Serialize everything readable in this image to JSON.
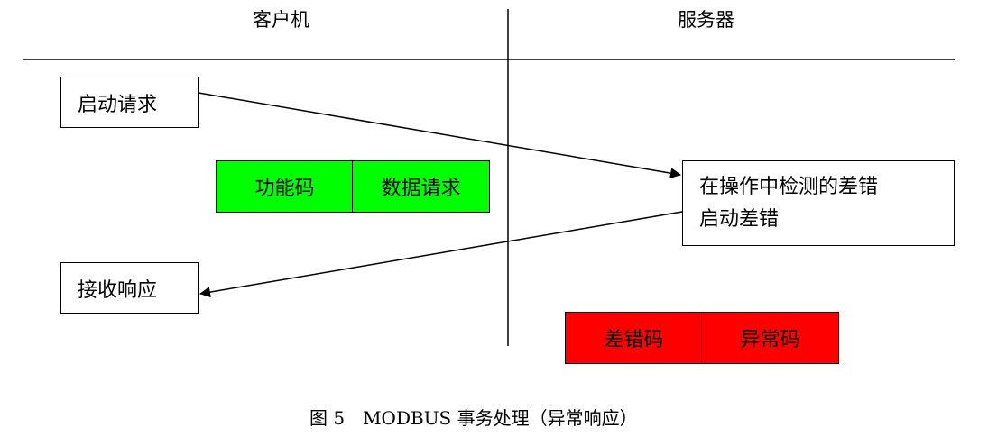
{
  "headers": {
    "client": "客户机",
    "server": "服务器"
  },
  "client_boxes": {
    "start_request": "启动请求",
    "receive_response": "接收响应"
  },
  "server_box": {
    "line1": "在操作中检测的差错",
    "line2": "启动差错"
  },
  "request_pdu": {
    "function_code": "功能码",
    "data_request": "数据请求",
    "color": "#00ff00"
  },
  "exception_pdu": {
    "error_code": "差错码",
    "exception_code": "异常码",
    "color": "#ff0000"
  },
  "caption": "图 5　MODBUS 事务处理（异常响应）"
}
